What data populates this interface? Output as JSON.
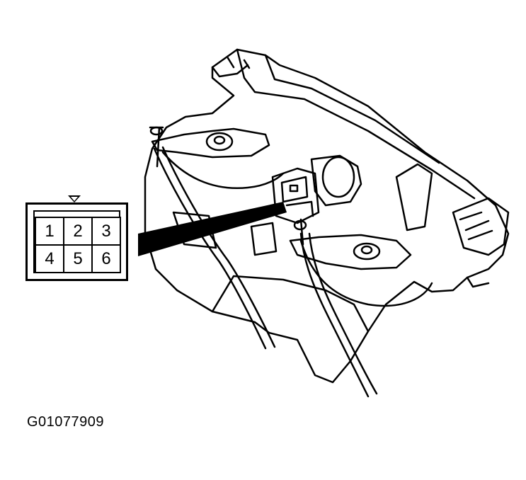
{
  "connector": {
    "pins": [
      "1",
      "2",
      "3",
      "4",
      "5",
      "6"
    ]
  },
  "figure": {
    "id": "G01077909"
  }
}
